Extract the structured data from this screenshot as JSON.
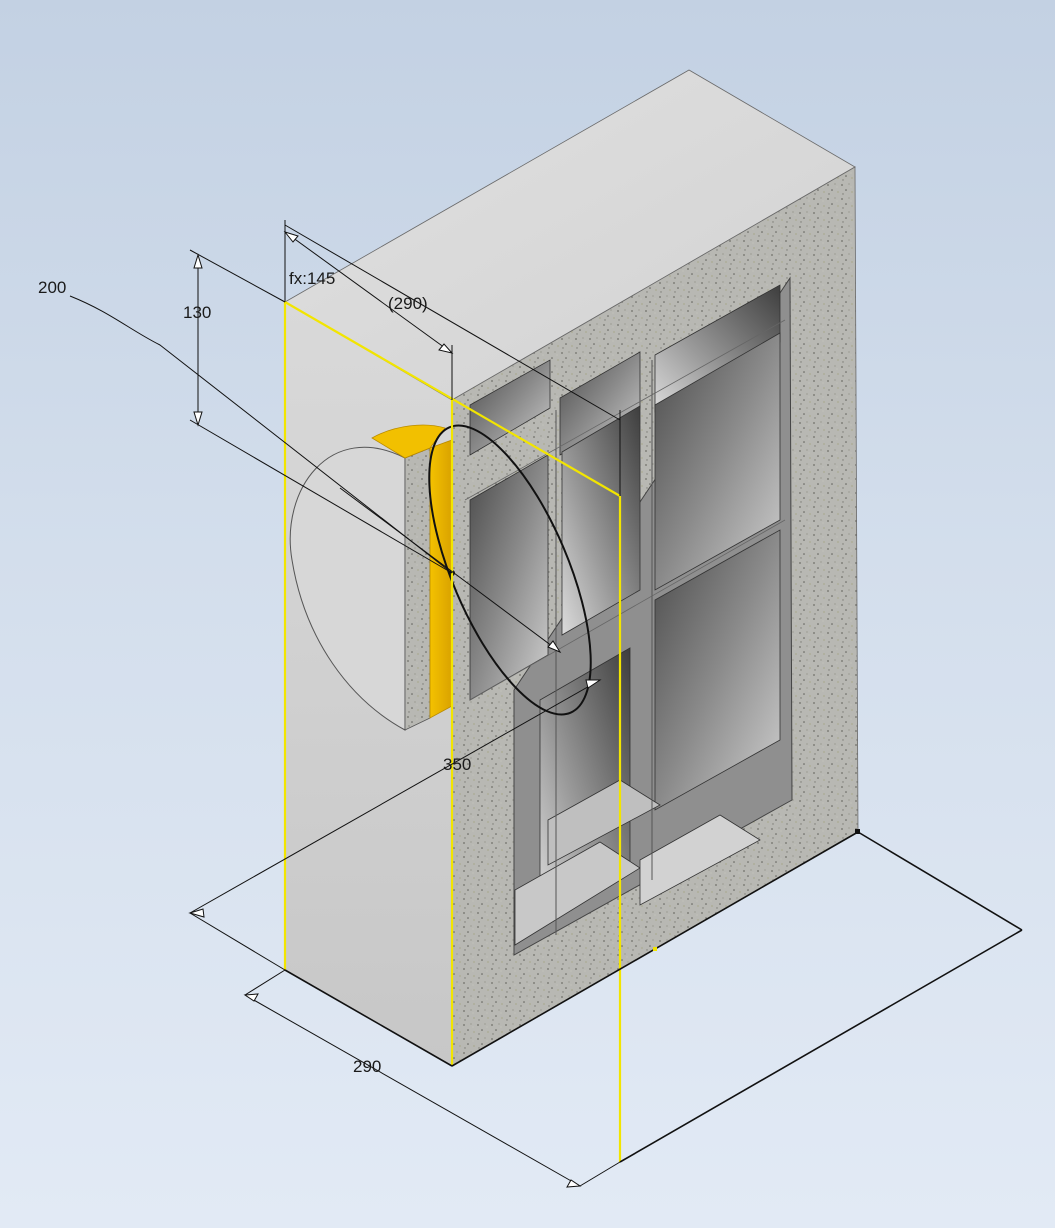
{
  "viewport": {
    "background_top": "#c3d1e3",
    "background_bottom": "#e2eaf5"
  },
  "colors": {
    "highlight_edge": "#f2e500",
    "cut_face": "#e8b400",
    "concrete": "#b9b9b4",
    "face_light": "#d6d6d6",
    "dimension_line": "#000000"
  },
  "dimensions": {
    "diameter": "200",
    "height_offset": "130",
    "fx_param": "fx:145",
    "reference_width": "(290)",
    "depth": "350",
    "width": "290"
  }
}
